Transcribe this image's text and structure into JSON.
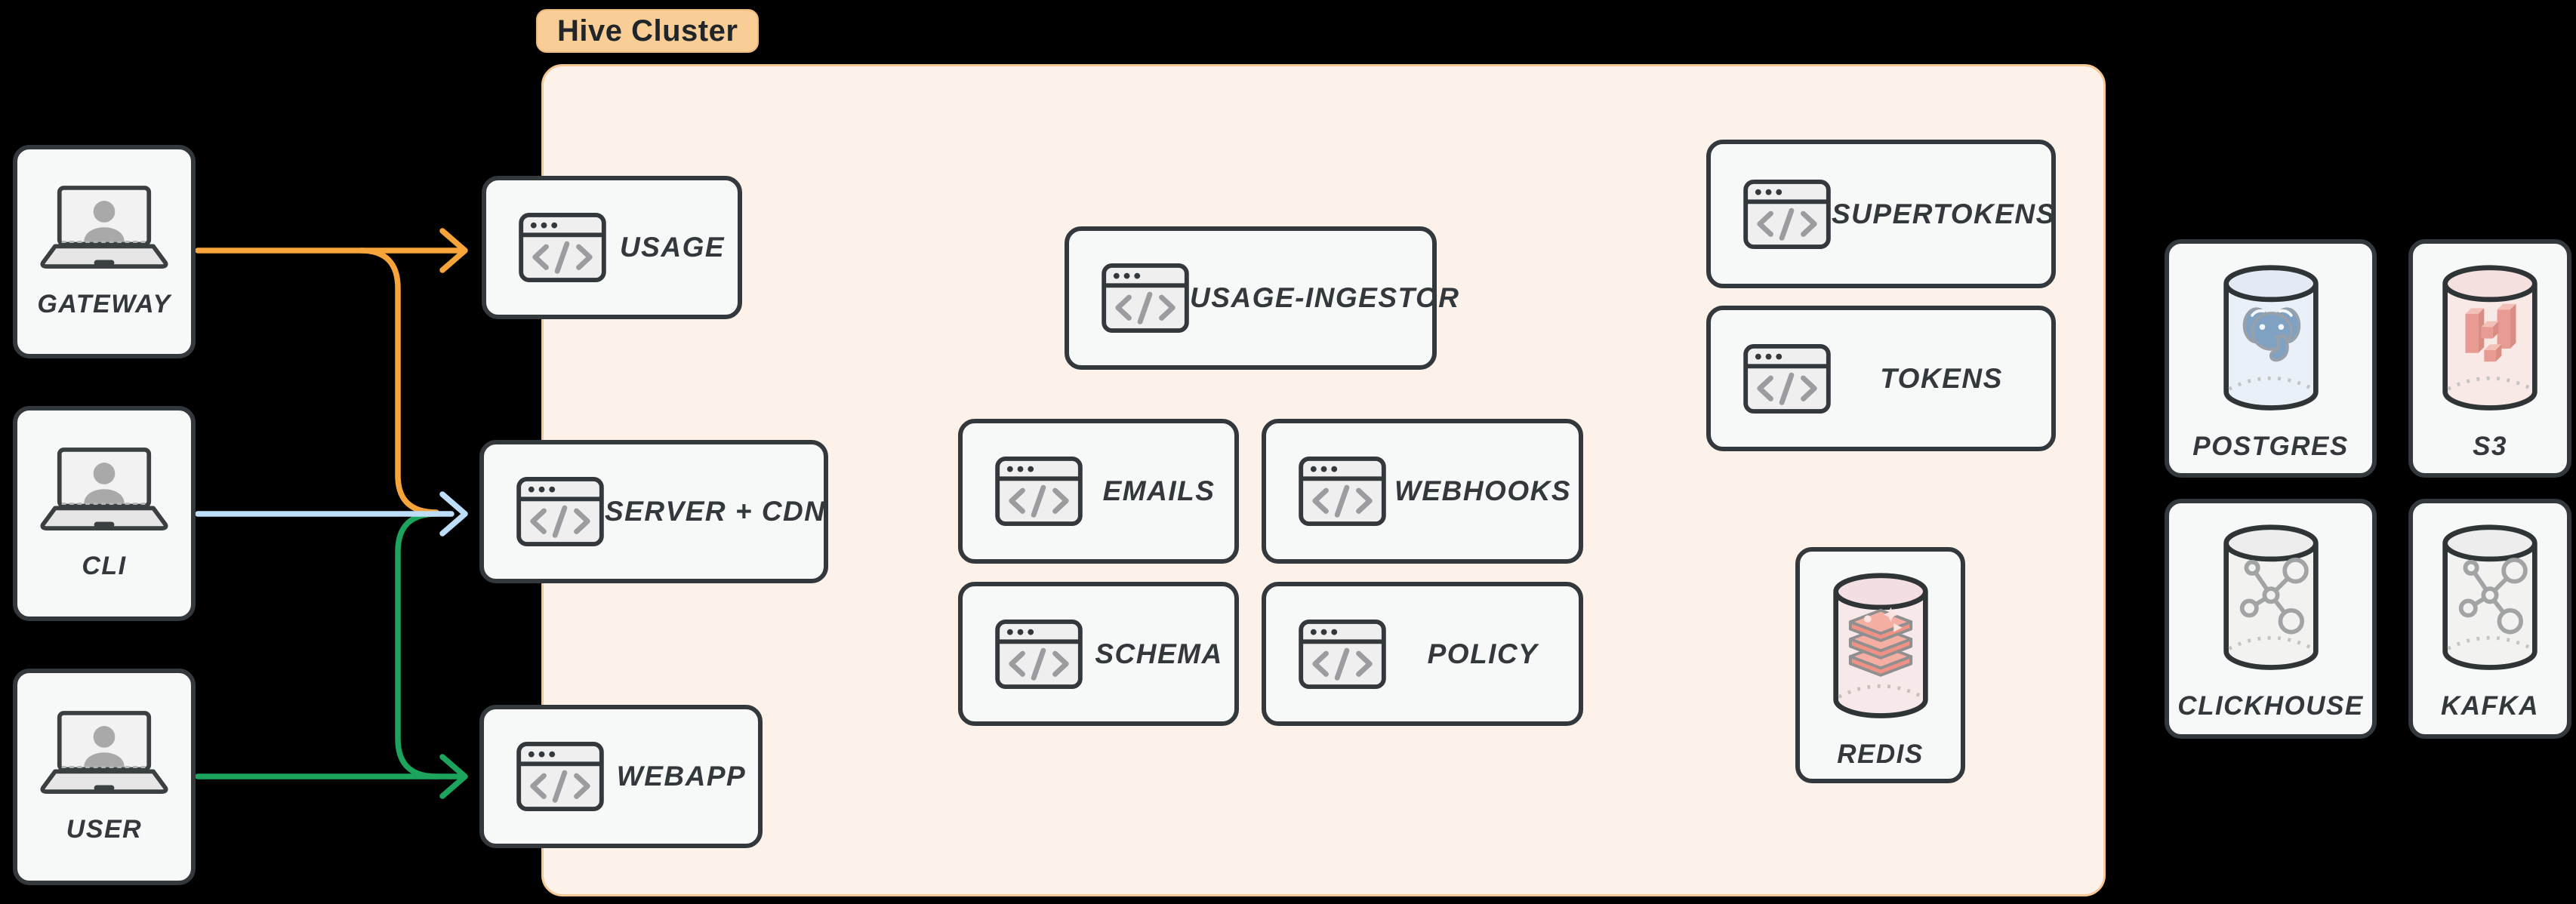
{
  "diagram": {
    "cluster_label": "Hive Cluster"
  },
  "actors": {
    "gateway": "GATEWAY",
    "cli": "CLI",
    "user": "USER"
  },
  "services": {
    "usage": "USAGE",
    "server_cdn": "SERVER + CDN",
    "webapp": "WEBAPP",
    "usage_ingestor": "USAGE-INGESTOR",
    "emails": "EMAILS",
    "webhooks": "WEBHOOKS",
    "schema": "SCHEMA",
    "policy": "POLICY",
    "supertokens": "SUPERTOKENS",
    "tokens": "TOKENS"
  },
  "datastores": {
    "redis": "REDIS",
    "postgres": "POSTGRES",
    "s3": "S3",
    "clickhouse": "CLICKHOUSE",
    "kafka": "KAFKA"
  },
  "edges": [
    {
      "from": "GATEWAY",
      "to": "USAGE",
      "color": "orange"
    },
    {
      "from": "GATEWAY",
      "to": "SERVER + CDN",
      "color": "orange"
    },
    {
      "from": "CLI",
      "to": "SERVER + CDN",
      "color": "blue"
    },
    {
      "from": "USER",
      "to": "SERVER + CDN",
      "color": "green"
    },
    {
      "from": "USER",
      "to": "WEBAPP",
      "color": "green"
    }
  ],
  "colors": {
    "canvas_bg": "#000000",
    "cluster_bg": "#FDF2E9",
    "cluster_border": "#F6C896",
    "badge_bg": "#F8CD96",
    "badge_border": "#EBB97E",
    "badge_text": "#20252A",
    "node_bg": "#F7F8F8",
    "node_border": "#33383D",
    "label_text": "#33383C",
    "icon_gray": "#9C9CA0",
    "edge_orange": "#F7A43B",
    "edge_blue": "#BDDDF8",
    "edge_green": "#1CA45C"
  }
}
